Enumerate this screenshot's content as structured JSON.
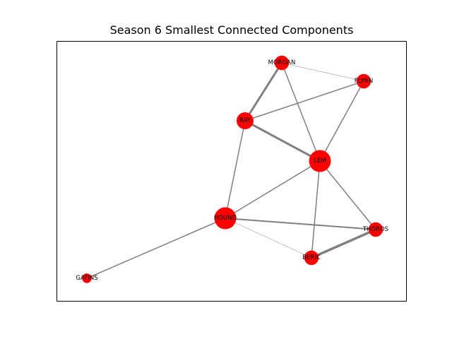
{
  "title": "Season 6 Smallest Connected Components",
  "colors": {
    "background": "#ffffff",
    "frame": "#000000",
    "node": "#ff0000",
    "edge": "#808080",
    "label": "#000000"
  },
  "graph": {
    "nodes": [
      {
        "id": "MORGAN",
        "label": "MORGAN",
        "degree": 3
      },
      {
        "id": "FLYNN",
        "label": "FLYNN",
        "degree": 3
      },
      {
        "id": "RAY",
        "label": "RAY",
        "degree": 4
      },
      {
        "id": "LEM",
        "label": "LEM",
        "degree": 6
      },
      {
        "id": "HOUND",
        "label": "HOUND",
        "degree": 6
      },
      {
        "id": "THOROS",
        "label": "THOROS",
        "degree": 3
      },
      {
        "id": "BERIC",
        "label": "BERIC",
        "degree": 3
      },
      {
        "id": "GATINS",
        "label": "GATINS",
        "degree": 1
      }
    ],
    "edges": [
      {
        "source": "MORGAN",
        "target": "RAY",
        "weight": 3
      },
      {
        "source": "MORGAN",
        "target": "FLYNN",
        "weight": 0.5
      },
      {
        "source": "MORGAN",
        "target": "LEM",
        "weight": 1.5
      },
      {
        "source": "FLYNN",
        "target": "RAY",
        "weight": 1.5
      },
      {
        "source": "FLYNN",
        "target": "LEM",
        "weight": 1.5
      },
      {
        "source": "RAY",
        "target": "LEM",
        "weight": 3
      },
      {
        "source": "RAY",
        "target": "HOUND",
        "weight": 1.5
      },
      {
        "source": "LEM",
        "target": "HOUND",
        "weight": 1.5
      },
      {
        "source": "LEM",
        "target": "THOROS",
        "weight": 1.5
      },
      {
        "source": "LEM",
        "target": "BERIC",
        "weight": 1.5
      },
      {
        "source": "HOUND",
        "target": "THOROS",
        "weight": 2
      },
      {
        "source": "HOUND",
        "target": "BERIC",
        "weight": 0.5
      },
      {
        "source": "HOUND",
        "target": "GATINS",
        "weight": 1.5
      },
      {
        "source": "THOROS",
        "target": "BERIC",
        "weight": 3.5
      }
    ]
  }
}
